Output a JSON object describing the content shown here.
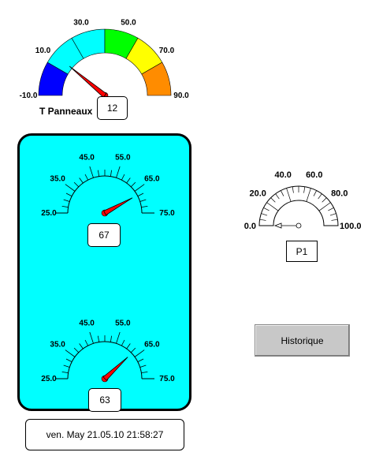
{
  "panel_gauge": {
    "label": "T Panneaux",
    "value": "12",
    "reading": 12,
    "min": -10,
    "max": 90,
    "ticks": [
      "-10.0",
      "10.0",
      "30.0",
      "50.0",
      "70.0",
      "90.0"
    ],
    "band_colors": [
      "#0000ff",
      "#00ffff",
      "#00ffff",
      "#00ff00",
      "#ffff00",
      "#ff8c00"
    ]
  },
  "tank": {
    "top_gauge": {
      "value": "67",
      "reading": 67,
      "min": 25,
      "max": 75,
      "ticks": [
        "25.0",
        "35.0",
        "45.0",
        "55.0",
        "65.0",
        "75.0"
      ]
    },
    "bottom_gauge": {
      "value": "63",
      "reading": 63,
      "min": 25,
      "max": 75,
      "ticks": [
        "25.0",
        "35.0",
        "45.0",
        "55.0",
        "65.0",
        "75.0"
      ]
    },
    "color": "#00ffff"
  },
  "pump_gauge": {
    "label": "P1",
    "reading": 0,
    "min": 0,
    "max": 100,
    "ticks": [
      "0.0",
      "20.0",
      "40.0",
      "60.0",
      "80.0",
      "100.0"
    ]
  },
  "historique_button": {
    "label": "Historique"
  },
  "datetime": "ven. May 21.05.10 21:58:27",
  "colors": {
    "needle": "#ff0000",
    "tank": "#00ffff",
    "button": "#c8c8c8"
  }
}
